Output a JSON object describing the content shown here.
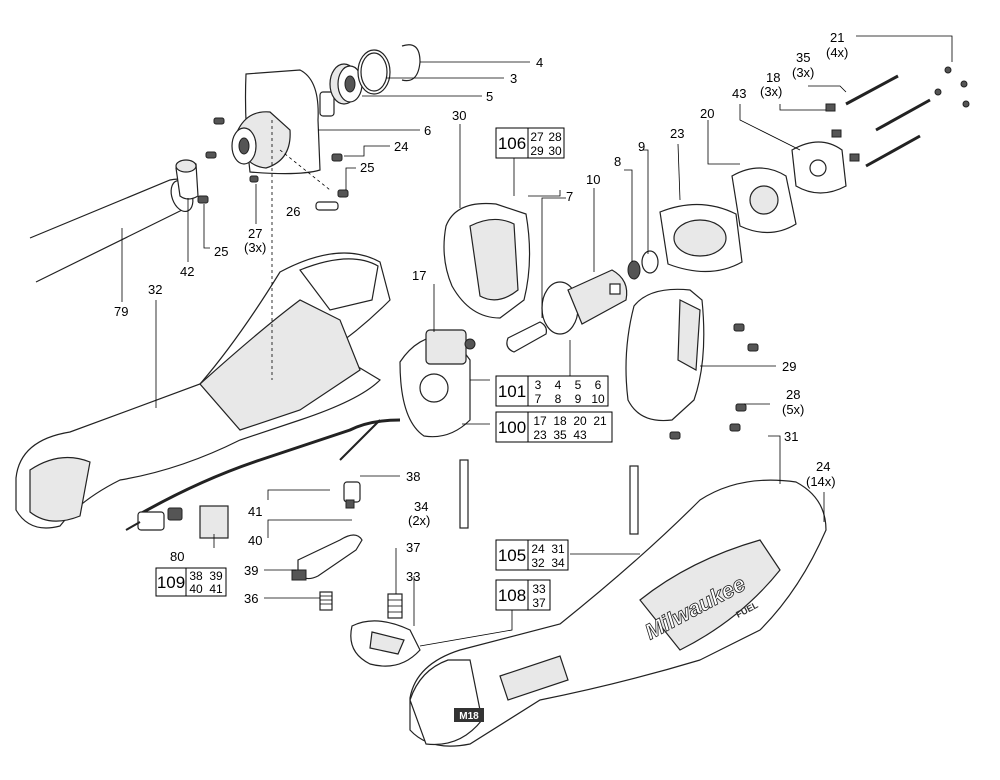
{
  "callouts": [
    {
      "id": "c4",
      "text": "4"
    },
    {
      "id": "c3",
      "text": "3"
    },
    {
      "id": "c5",
      "text": "5"
    },
    {
      "id": "c6",
      "text": "6"
    },
    {
      "id": "c24a",
      "text": "24"
    },
    {
      "id": "c25a",
      "text": "25"
    },
    {
      "id": "c26",
      "text": "26"
    },
    {
      "id": "c27",
      "text": "27"
    },
    {
      "id": "c27q",
      "text": "(3x)"
    },
    {
      "id": "c42",
      "text": "42"
    },
    {
      "id": "c25b",
      "text": "25"
    },
    {
      "id": "c79",
      "text": "79"
    },
    {
      "id": "c32",
      "text": "32"
    },
    {
      "id": "c30",
      "text": "30"
    },
    {
      "id": "c7",
      "text": "7"
    },
    {
      "id": "c10",
      "text": "10"
    },
    {
      "id": "c8",
      "text": "8"
    },
    {
      "id": "c9",
      "text": "9"
    },
    {
      "id": "c23",
      "text": "23"
    },
    {
      "id": "c20",
      "text": "20"
    },
    {
      "id": "c43",
      "text": "43"
    },
    {
      "id": "c18",
      "text": "18"
    },
    {
      "id": "c18q",
      "text": "(3x)"
    },
    {
      "id": "c35",
      "text": "35"
    },
    {
      "id": "c35q",
      "text": "(3x)"
    },
    {
      "id": "c21",
      "text": "21"
    },
    {
      "id": "c21q",
      "text": "(4x)"
    },
    {
      "id": "c17",
      "text": "17"
    },
    {
      "id": "c29",
      "text": "29"
    },
    {
      "id": "c28",
      "text": "28"
    },
    {
      "id": "c28q",
      "text": "(5x)"
    },
    {
      "id": "c31",
      "text": "31"
    },
    {
      "id": "c24b",
      "text": "24"
    },
    {
      "id": "c24bq",
      "text": "(14x)"
    },
    {
      "id": "c38",
      "text": "38"
    },
    {
      "id": "c41",
      "text": "41"
    },
    {
      "id": "c40",
      "text": "40"
    },
    {
      "id": "c34",
      "text": "34"
    },
    {
      "id": "c34q",
      "text": "(2x)"
    },
    {
      "id": "c80",
      "text": "80"
    },
    {
      "id": "c39",
      "text": "39"
    },
    {
      "id": "c36",
      "text": "36"
    },
    {
      "id": "c37",
      "text": "37"
    },
    {
      "id": "c33",
      "text": "33"
    }
  ],
  "kits": [
    {
      "main": "106",
      "subs": [
        "27",
        "28",
        "29",
        "30"
      ]
    },
    {
      "main": "101",
      "subs": [
        "3",
        "4",
        "5",
        "6",
        "7",
        "8",
        "9",
        "10"
      ]
    },
    {
      "main": "100",
      "subs": [
        "17",
        "18",
        "20",
        "21",
        "23",
        "35",
        "43"
      ]
    },
    {
      "main": "105",
      "subs": [
        "24",
        "31",
        "32",
        "34"
      ]
    },
    {
      "main": "109",
      "subs": [
        "38",
        "39",
        "40",
        "41"
      ]
    },
    {
      "main": "108",
      "subs": [
        "33",
        "37"
      ]
    }
  ],
  "brand": {
    "logo_text": "Milwaukee",
    "badge_text": "M18",
    "tagline": "FUEL"
  }
}
